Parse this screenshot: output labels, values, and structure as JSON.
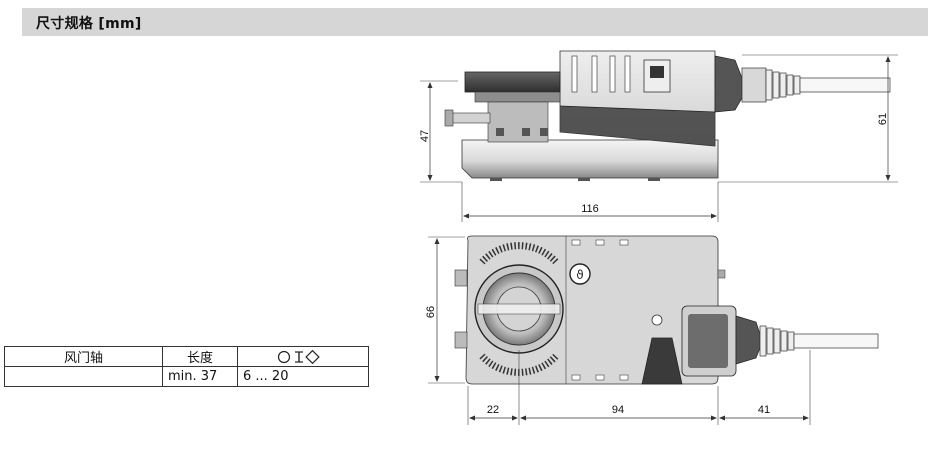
{
  "header": {
    "title": "尺寸规格 [mm]"
  },
  "shaft_table": {
    "headers": [
      "风门轴",
      "长度",
      ""
    ],
    "row": [
      "",
      "min. 37",
      "6 ... 20"
    ]
  },
  "dimensions": {
    "side_height_left": "47",
    "side_height_right": "61",
    "side_width": "116",
    "top_height": "66",
    "top_left": "22",
    "top_mid": "94",
    "top_right": "41"
  },
  "icons": [
    "round-shaft-icon",
    "height-range-icon",
    "square-shaft-icon",
    "manual-override-icon"
  ]
}
